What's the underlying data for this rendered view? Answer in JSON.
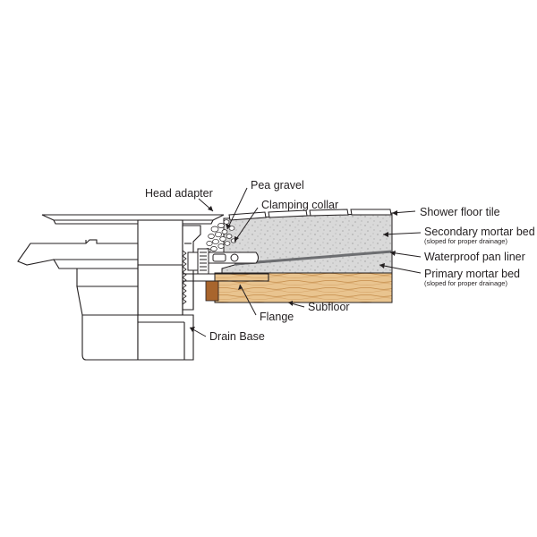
{
  "labels": {
    "head_adapter": "Head adapter",
    "pea_gravel": "Pea gravel",
    "clamping_collar": "Clamping collar",
    "shower_floor_tile": "Shower floor tile",
    "secondary_mortar_bed": "Secondary mortar bed",
    "secondary_mortar_note": "(sloped for proper drainage)",
    "waterproof_pan_liner": "Waterproof pan liner",
    "primary_mortar_bed": "Primary mortar bed",
    "primary_mortar_note": "(sloped for proper drainage)",
    "subfloor": "Subfloor",
    "flange": "Flange",
    "drain_base": "Drain Base"
  },
  "colors": {
    "line": "#231f20",
    "mortar": "#d9d9d9",
    "wood": "#e9c48f",
    "wood_grain": "#c58d4b",
    "subfloor_end": "#a8652d",
    "pan_liner": "#6d6e71",
    "tile": "#ffffff"
  }
}
